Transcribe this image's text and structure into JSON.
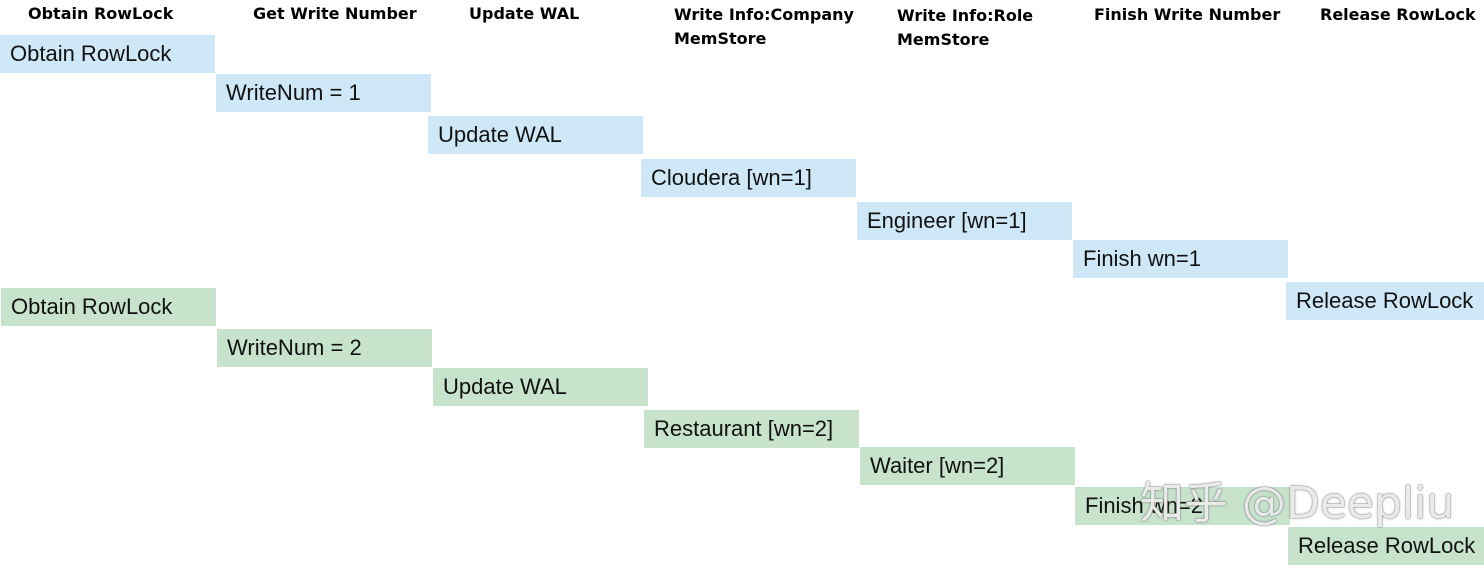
{
  "headers": [
    "Obtain RowLock",
    "Get Write Number",
    "Update WAL",
    "Write Info:Company\nMemStore",
    "Write Info:Role\nMemStore",
    "Finish Write Number",
    "Release RowLock"
  ],
  "colors": {
    "blue": "#cfe8f8",
    "green": "#c7e3cc"
  },
  "transaction_1": [
    "Obtain RowLock",
    "WriteNum = 1",
    "Update WAL",
    "Cloudera [wn=1]",
    "Engineer [wn=1]",
    "Finish wn=1",
    "Release RowLock"
  ],
  "transaction_2": [
    "Obtain RowLock",
    "WriteNum = 2",
    "Update WAL",
    "Restaurant [wn=2]",
    "Waiter [wn=2]",
    "Finish wn=2",
    "Release RowLock"
  ],
  "watermark": "知乎 @Deepliu"
}
